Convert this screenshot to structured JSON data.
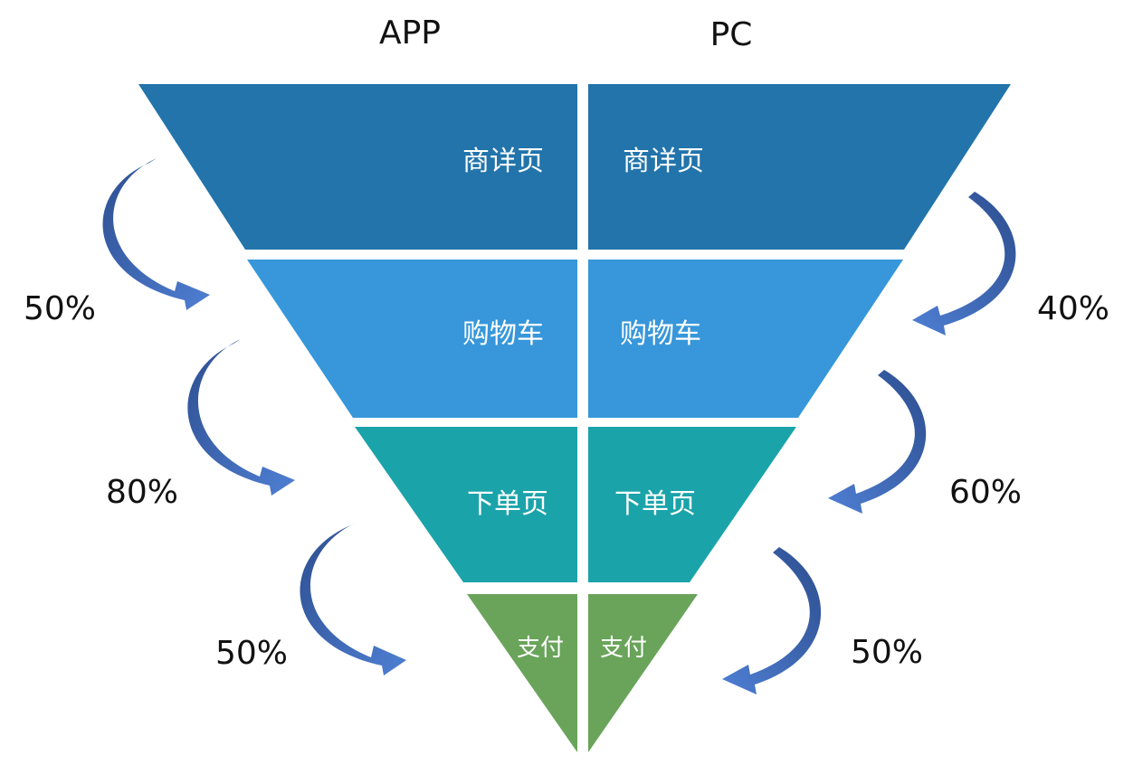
{
  "columns": {
    "left_title": "APP",
    "right_title": "PC"
  },
  "stages": [
    {
      "label": "商详页",
      "color": "#2274AB"
    },
    {
      "label": "购物车",
      "color": "#3797DA"
    },
    {
      "label": "下单页",
      "color": "#1BA3AA"
    },
    {
      "label": "支付",
      "color": "#69A45A"
    }
  ],
  "conversions": {
    "app": [
      "50%",
      "80%",
      "50%"
    ],
    "pc": [
      "40%",
      "60%",
      "50%"
    ]
  },
  "arrow_colors": {
    "dark": "#2D4E8F",
    "light": "#4F7FD3"
  }
}
